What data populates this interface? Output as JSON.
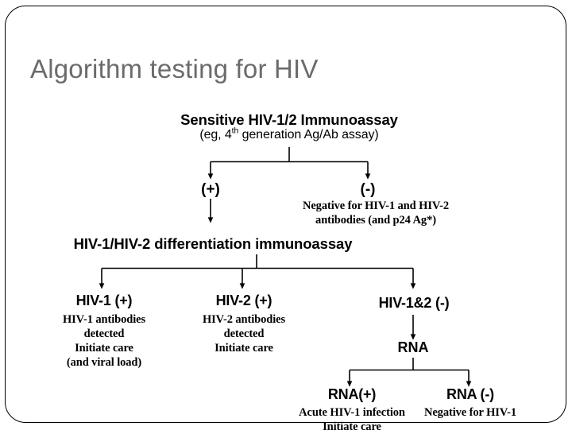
{
  "slide": {
    "title": "Algorithm testing for HIV",
    "title_color": "#6b6b6b",
    "background_color": "#ffffff",
    "border_color": "#000000"
  },
  "flowchart": {
    "type": "diagram",
    "nodes": {
      "top_assay_title": "Sensitive HIV-1/2 Immunoassay",
      "top_assay_sub_prefix": "(eg, 4",
      "top_assay_sub_sup": "th",
      "top_assay_sub_suffix": " generation Ag/Ab assay)",
      "positive_sign": "(+)",
      "negative_sign": "(-)",
      "negative_note_line1": "Negative for HIV-1 and HIV-2",
      "negative_note_line2": "antibodies (and p24 Ag*)",
      "differentiation_assay": "HIV-1/HIV-2 differentiation immunoassay",
      "hiv1_title": "HIV-1 (+)",
      "hiv1_line1": "HIV-1 antibodies",
      "hiv1_line2": "detected",
      "hiv1_line3": "Initiate care",
      "hiv1_line4": "(and viral load)",
      "hiv2_title": "HIV-2 (+)",
      "hiv2_line1": "HIV-2 antibodies",
      "hiv2_line2": "detected",
      "hiv2_line3": "Initiate care",
      "hiv12_negative_title": "HIV-1&2 (-)",
      "rna_node": "RNA",
      "rna_positive_title": "RNA(+)",
      "rna_positive_line1": "Acute HIV-1 infection",
      "rna_positive_line2": "Initiate care",
      "rna_negative_title": "RNA (-)",
      "rna_negative_line1": "Negative for HIV-1"
    }
  }
}
